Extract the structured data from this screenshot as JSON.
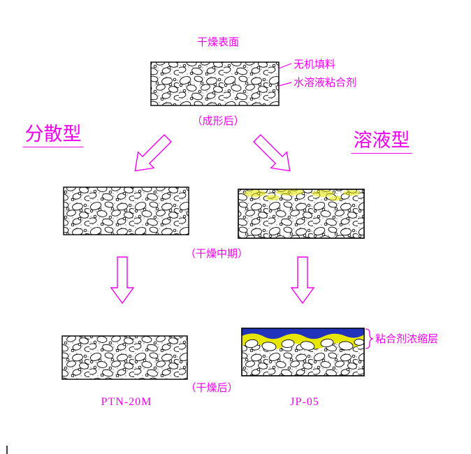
{
  "labels": {
    "surface": "干燥表面",
    "filler": "无机填料",
    "binder": "水溶液粘合剂",
    "after_forming": "（成形后）",
    "type_dispersion": "分散型",
    "type_solution": "溶液型",
    "mid_drying": "（干燥中期）",
    "after_drying": "（干燥后）",
    "concentrated_layer": "粘合剂浓缩层",
    "product_left": "PTN-20M",
    "product_right": "JP-05"
  },
  "colors": {
    "text_color": "#ee00ee",
    "outline_color": "#000000",
    "band_blue": "#2233bb",
    "band_yellow": "#e6e600",
    "background": "#ffffff"
  }
}
